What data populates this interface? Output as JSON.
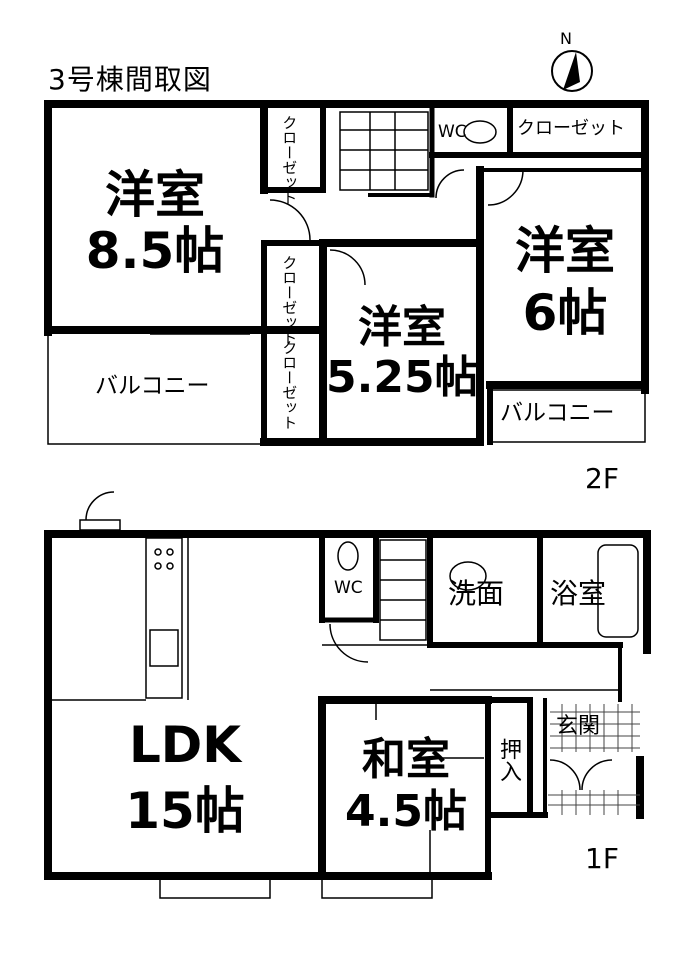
{
  "title": "3号棟間取図",
  "compass": {
    "label": "N"
  },
  "floors": {
    "second": "2F",
    "first": "1F"
  },
  "rooms_2f": {
    "western_85": {
      "name": "洋室",
      "size": "8.5帖"
    },
    "western_6": {
      "name": "洋室",
      "size": "6帖"
    },
    "western_525": {
      "name": "洋室",
      "size": "5.25帖"
    },
    "closet_1": "クローゼット",
    "closet_2": "クローゼット",
    "closet_3": "クローゼット",
    "closet_top": "クローゼット",
    "wc": "WC",
    "balcony_left": "バルコニー",
    "balcony_right": "バルコニー"
  },
  "rooms_1f": {
    "ldk": {
      "name": "LDK",
      "size": "15帖"
    },
    "wc": "WC",
    "washroom": "洗面",
    "bathroom": "浴室",
    "entrance": "玄関",
    "oshiire": "押入",
    "japanese": {
      "name": "和室",
      "size": "4.5帖"
    }
  }
}
